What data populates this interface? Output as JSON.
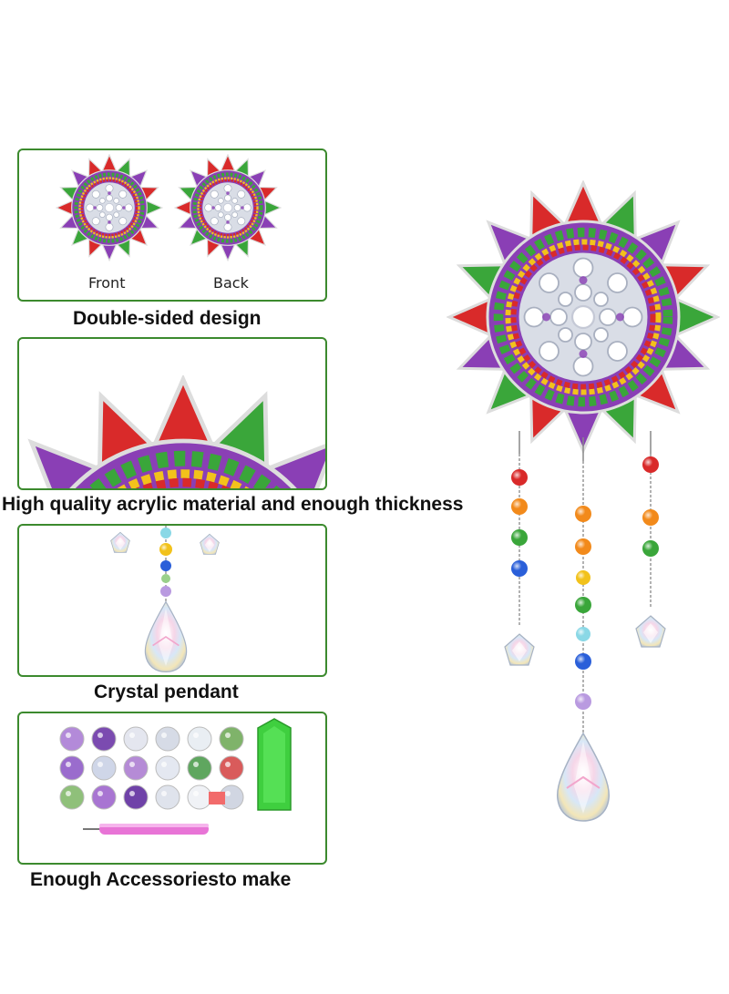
{
  "panels": {
    "double_sided": {
      "front_label": "Front",
      "back_label": "Back",
      "caption": "Double-sided design"
    },
    "material": {
      "caption": "High quality acrylic material and enough thickness"
    },
    "pendant": {
      "caption": "Crystal pendant"
    },
    "accessories": {
      "caption": "Enough Accessoriesto make"
    }
  },
  "colors": {
    "frame": "#3c8a2e",
    "red": "#d92a2a",
    "green": "#3aa63a",
    "purple": "#8a3fb5",
    "yellow": "#f2c21b",
    "orange": "#f28a1b",
    "blue": "#2a5fd9"
  },
  "icons": [
    "sun-mandala",
    "crystal-drop",
    "diamond-tray",
    "drill-pen"
  ]
}
